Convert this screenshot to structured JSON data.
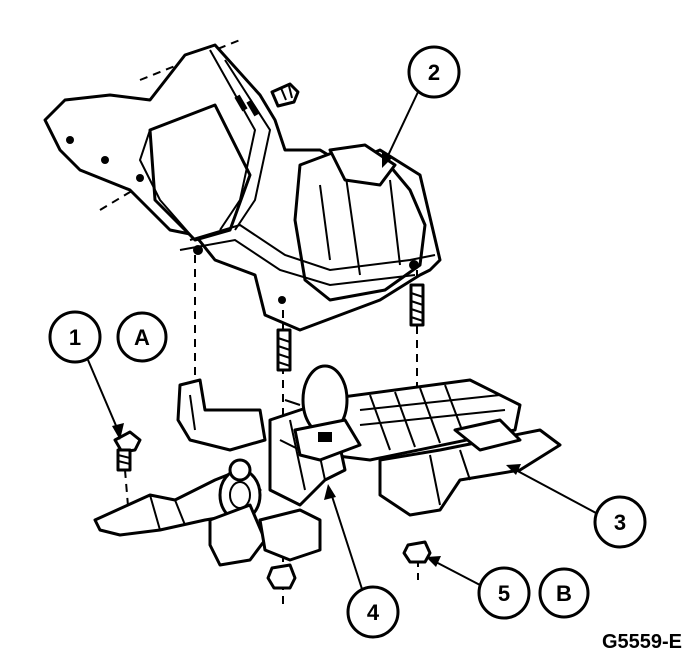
{
  "callouts": [
    {
      "id": "c1",
      "text": "1"
    },
    {
      "id": "c2",
      "text": "2"
    },
    {
      "id": "c3",
      "text": "3"
    },
    {
      "id": "c4",
      "text": "4"
    },
    {
      "id": "c5",
      "text": "5"
    }
  ],
  "letters": [
    {
      "id": "A",
      "text": "A"
    },
    {
      "id": "B",
      "text": "B"
    }
  ],
  "figure_code": "G5559-E",
  "colors": {
    "ink": "#000000",
    "paper": "#ffffff"
  }
}
